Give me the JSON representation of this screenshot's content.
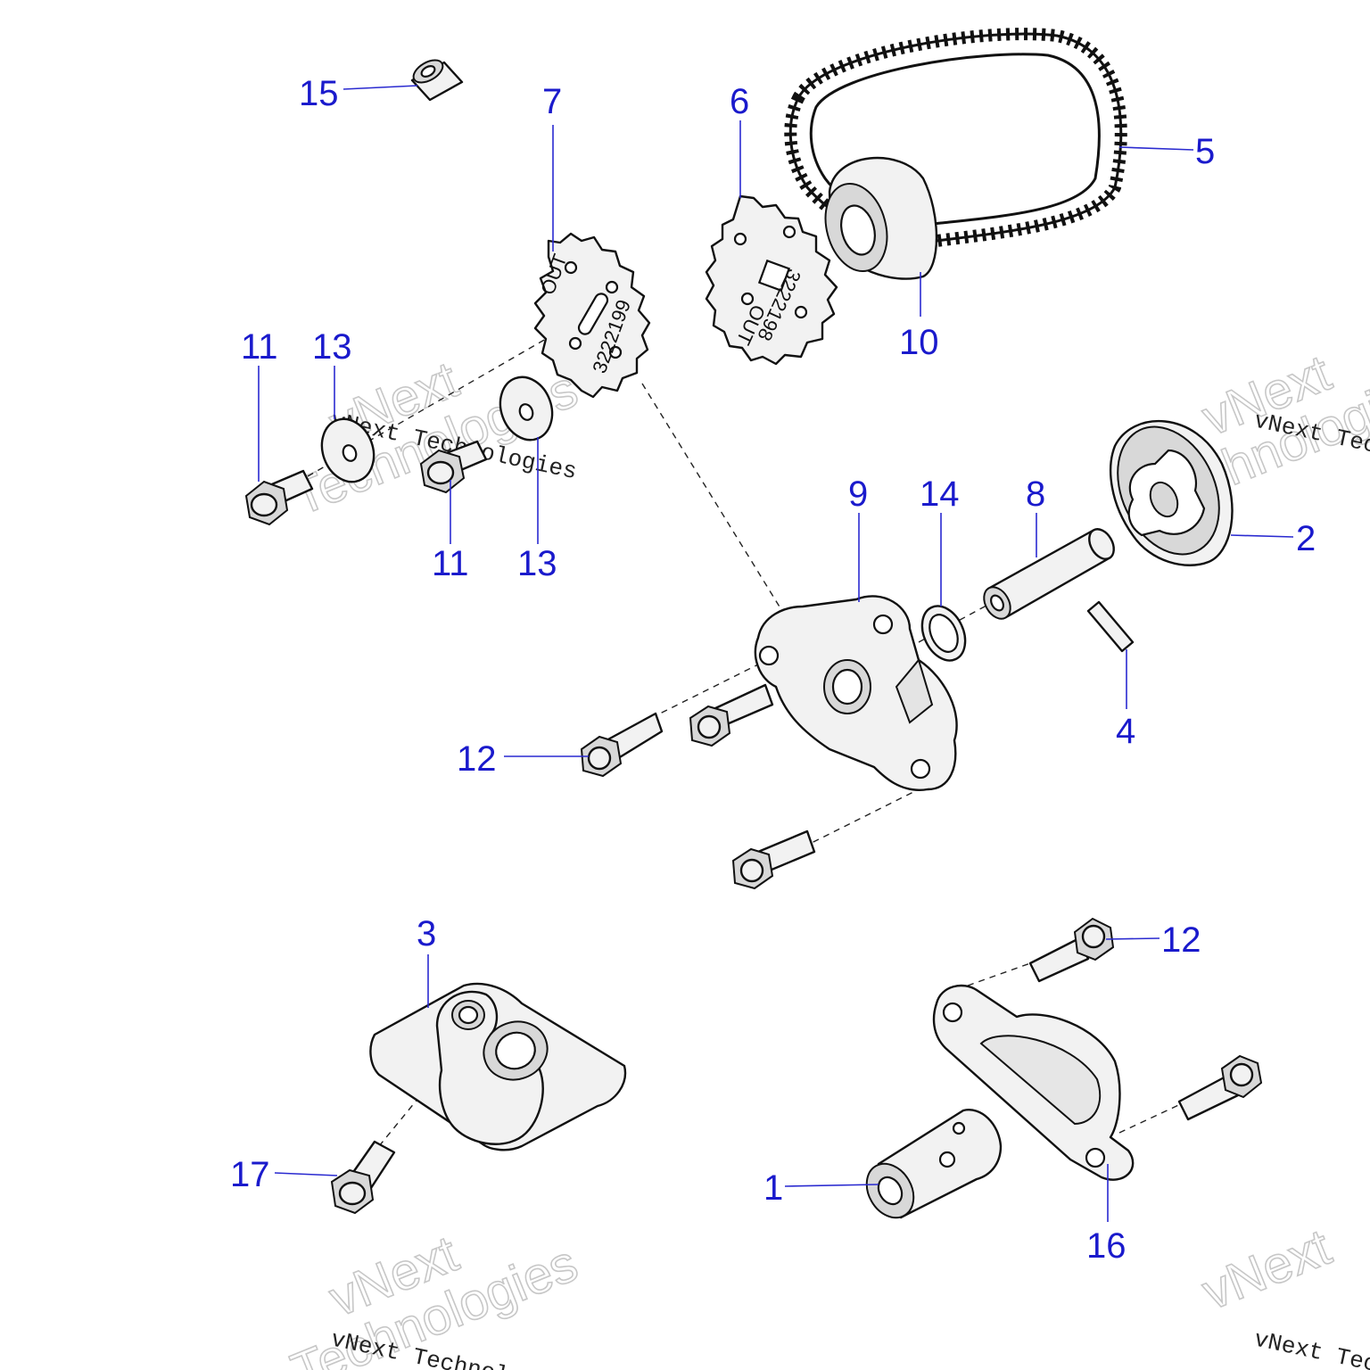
{
  "callouts": {
    "c1": "1",
    "c2": "2",
    "c3": "3",
    "c4": "4",
    "c5": "5",
    "c6": "6",
    "c7": "7",
    "c8": "8",
    "c9": "9",
    "c10": "10",
    "c11a": "11",
    "c11b": "11",
    "c12a": "12",
    "c12b": "12",
    "c13a": "13",
    "c13b": "13",
    "c14": "14",
    "c15": "15",
    "c16": "16",
    "c17": "17"
  },
  "gear_markings": {
    "sprocket7_out": "OUT",
    "sprocket7_number": "3222199",
    "sprocket6_out": "OUT",
    "sprocket6_number": "3222198"
  },
  "watermark": {
    "brand_large_1": "vNext",
    "brand_large_2": "Technologies",
    "brand_small": "vNext Technologies"
  },
  "colors": {
    "callout_text": "#1a1acc",
    "leader_line": "#2a2ad0",
    "part_fill": "#f2f2f2",
    "outline": "#111111"
  }
}
